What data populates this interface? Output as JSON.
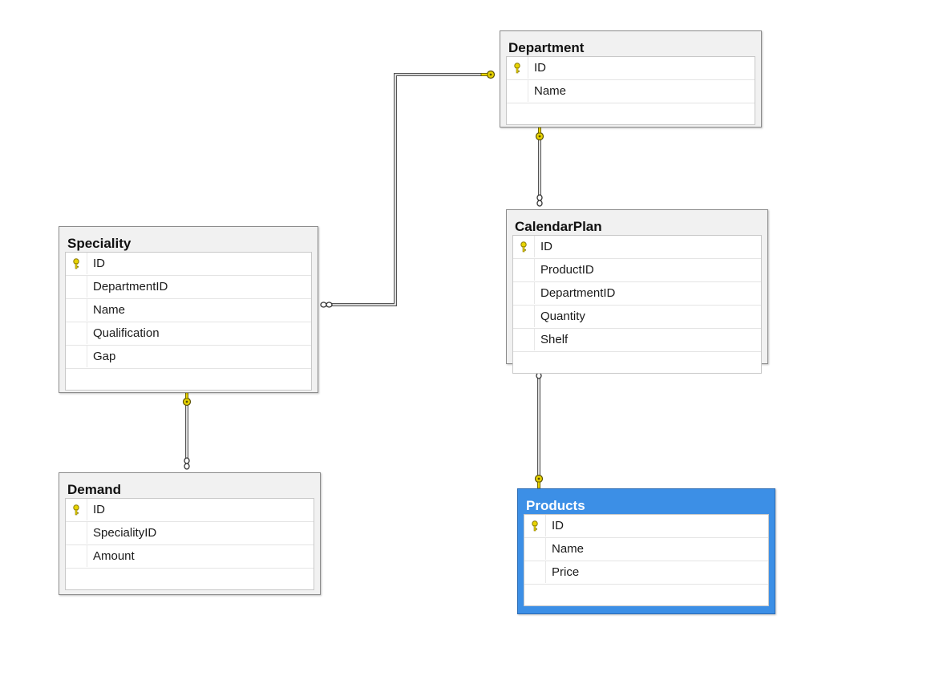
{
  "tables": {
    "department": {
      "title": "Department",
      "columns": [
        {
          "name": "ID",
          "primary_key": true
        },
        {
          "name": "Name",
          "primary_key": false
        }
      ]
    },
    "calendar_plan": {
      "title": "CalendarPlan",
      "columns": [
        {
          "name": "ID",
          "primary_key": true
        },
        {
          "name": "ProductID",
          "primary_key": false
        },
        {
          "name": "DepartmentID",
          "primary_key": false
        },
        {
          "name": "Quantity",
          "primary_key": false
        },
        {
          "name": "Shelf",
          "primary_key": false
        }
      ]
    },
    "speciality": {
      "title": "Speciality",
      "columns": [
        {
          "name": "ID",
          "primary_key": true
        },
        {
          "name": "DepartmentID",
          "primary_key": false
        },
        {
          "name": "Name",
          "primary_key": false
        },
        {
          "name": "Qualification",
          "primary_key": false
        },
        {
          "name": "Gap",
          "primary_key": false
        }
      ]
    },
    "demand": {
      "title": "Demand",
      "columns": [
        {
          "name": "ID",
          "primary_key": true
        },
        {
          "name": "SpecialityID",
          "primary_key": false
        },
        {
          "name": "Amount",
          "primary_key": false
        }
      ]
    },
    "products": {
      "title": "Products",
      "selected": true,
      "columns": [
        {
          "name": "ID",
          "primary_key": true
        },
        {
          "name": "Name",
          "primary_key": false
        },
        {
          "name": "Price",
          "primary_key": false
        }
      ]
    }
  },
  "relationships": [
    {
      "from": "department",
      "to": "speciality",
      "one_end": "department",
      "many_end": "speciality"
    },
    {
      "from": "department",
      "to": "calendar_plan",
      "one_end": "department",
      "many_end": "calendar_plan"
    },
    {
      "from": "speciality",
      "to": "demand",
      "one_end": "speciality",
      "many_end": "demand"
    },
    {
      "from": "products",
      "to": "calendar_plan",
      "one_end": "products",
      "many_end": "calendar_plan"
    }
  ],
  "colors": {
    "key_icon": "#e8d400",
    "selected_table": "#3c8fe6",
    "link_line": "#555555"
  },
  "icons": {
    "primary_key": "key-icon",
    "one_end": "key-icon",
    "many_end": "infinity-icon"
  }
}
